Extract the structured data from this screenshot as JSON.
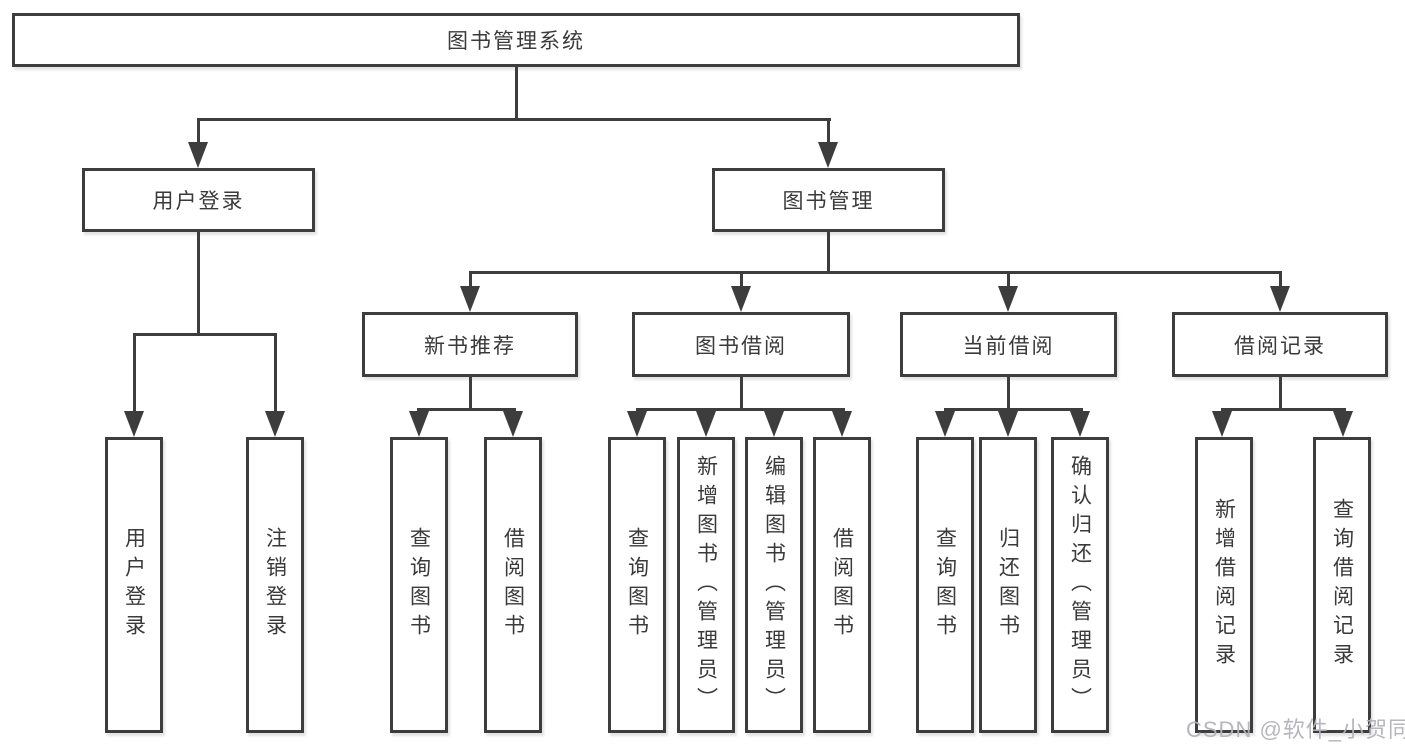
{
  "tree": {
    "root": {
      "label": "图书管理系统",
      "children": [
        {
          "label": "用户登录",
          "children": [
            {
              "label": "用户登录"
            },
            {
              "label": "注销登录"
            }
          ]
        },
        {
          "label": "图书管理",
          "children": [
            {
              "label": "新书推荐",
              "children": [
                {
                  "label": "查询图书"
                },
                {
                  "label": "借阅图书"
                }
              ]
            },
            {
              "label": "图书借阅",
              "children": [
                {
                  "label": "查询图书"
                },
                {
                  "label": "新增图书（管理员）"
                },
                {
                  "label": "编辑图书（管理员）"
                },
                {
                  "label": "借阅图书"
                }
              ]
            },
            {
              "label": "当前借阅",
              "children": [
                {
                  "label": "查询图书"
                },
                {
                  "label": "归还图书"
                },
                {
                  "label": "确认归还（管理员）"
                }
              ]
            },
            {
              "label": "借阅记录",
              "children": [
                {
                  "label": "新增借阅记录"
                },
                {
                  "label": "查询借阅记录"
                }
              ]
            }
          ]
        }
      ]
    }
  },
  "watermark": {
    "text": "CSDN @软件_小贺同学"
  },
  "colors": {
    "line": "#3d3d3d",
    "text": "#3a3a3a",
    "background": "#ffffff",
    "watermark": "#b2b2b8"
  }
}
